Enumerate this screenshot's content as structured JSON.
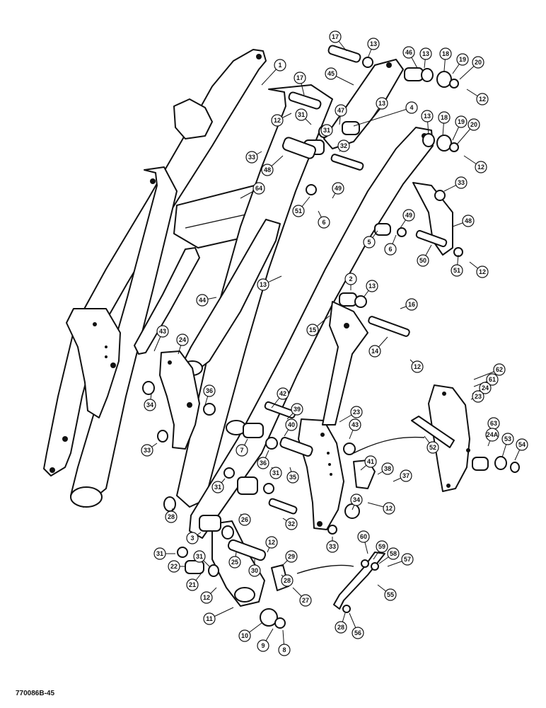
{
  "drawing_code": "770086B-45",
  "callouts": [
    "1",
    "17",
    "13",
    "45",
    "46",
    "13",
    "18",
    "19",
    "20",
    "12",
    "17",
    "12",
    "31",
    "47",
    "13",
    "4",
    "13",
    "18",
    "19",
    "20",
    "12",
    "31",
    "33",
    "32",
    "48",
    "64",
    "49",
    "33",
    "51",
    "6",
    "49",
    "48",
    "5",
    "6",
    "50",
    "51",
    "12",
    "13",
    "2",
    "13",
    "16",
    "44",
    "15",
    "14",
    "12",
    "43",
    "24",
    "62",
    "61",
    "24",
    "23",
    "36",
    "34",
    "42",
    "39",
    "43",
    "23",
    "63",
    "24A",
    "53",
    "54",
    "40",
    "41",
    "38",
    "52",
    "33",
    "7",
    "36",
    "31",
    "35",
    "37",
    "31",
    "34",
    "12",
    "28",
    "26",
    "3",
    "32",
    "33",
    "60",
    "59",
    "58",
    "57",
    "31",
    "12",
    "29",
    "22",
    "31",
    "25",
    "21",
    "30",
    "28",
    "27",
    "55",
    "12",
    "11",
    "10",
    "9",
    "8",
    "28",
    "56"
  ]
}
